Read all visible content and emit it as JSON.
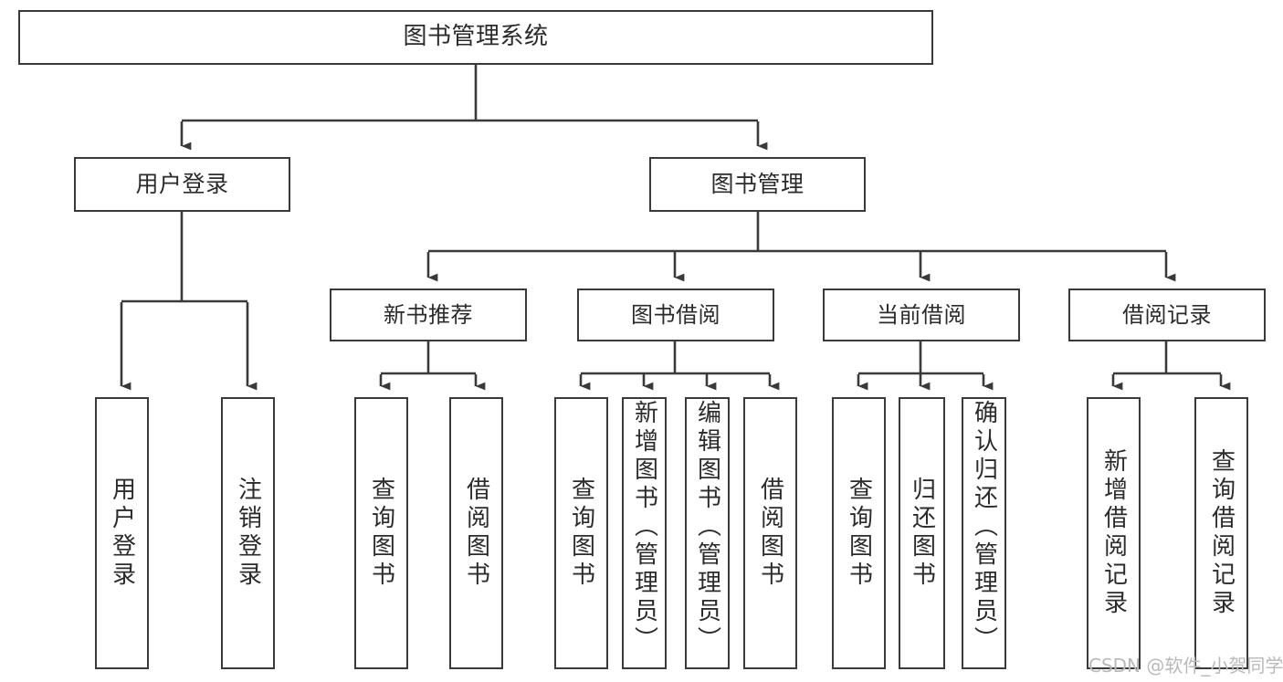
{
  "diagram": {
    "type": "tree",
    "title": "图书管理系统",
    "orientation": "top-down",
    "colors": {
      "box_border": "#3a3a3a",
      "box_fill": "#ffffff",
      "text": "#2b2b2b",
      "connector": "#3a3a3a",
      "watermark": "#b9b9b9",
      "background": "#ffffff"
    },
    "root": {
      "label": "图书管理系统"
    },
    "level2": [
      {
        "label": "用户登录"
      },
      {
        "label": "图书管理"
      }
    ],
    "level3": [
      {
        "label": "新书推荐"
      },
      {
        "label": "图书借阅"
      },
      {
        "label": "当前借阅"
      },
      {
        "label": "借阅记录"
      }
    ],
    "leaves": {
      "user_login": [
        {
          "label": "用户登录"
        },
        {
          "label": "注销登录"
        }
      ],
      "new_book_recommend": [
        {
          "label": "查询图书"
        },
        {
          "label": "借阅图书"
        }
      ],
      "book_borrow": [
        {
          "label": "查询图书"
        },
        {
          "label": "新增图书（管理员）"
        },
        {
          "label": "编辑图书（管理员）"
        },
        {
          "label": "借阅图书"
        }
      ],
      "current_borrow": [
        {
          "label": "查询图书"
        },
        {
          "label": "归还图书"
        },
        {
          "label": "确认归还（管理员）"
        }
      ],
      "borrow_record": [
        {
          "label": "新增借阅记录"
        },
        {
          "label": "查询借阅记录"
        }
      ]
    }
  },
  "watermark": {
    "text": "CSDN @软件_小贺同学"
  }
}
